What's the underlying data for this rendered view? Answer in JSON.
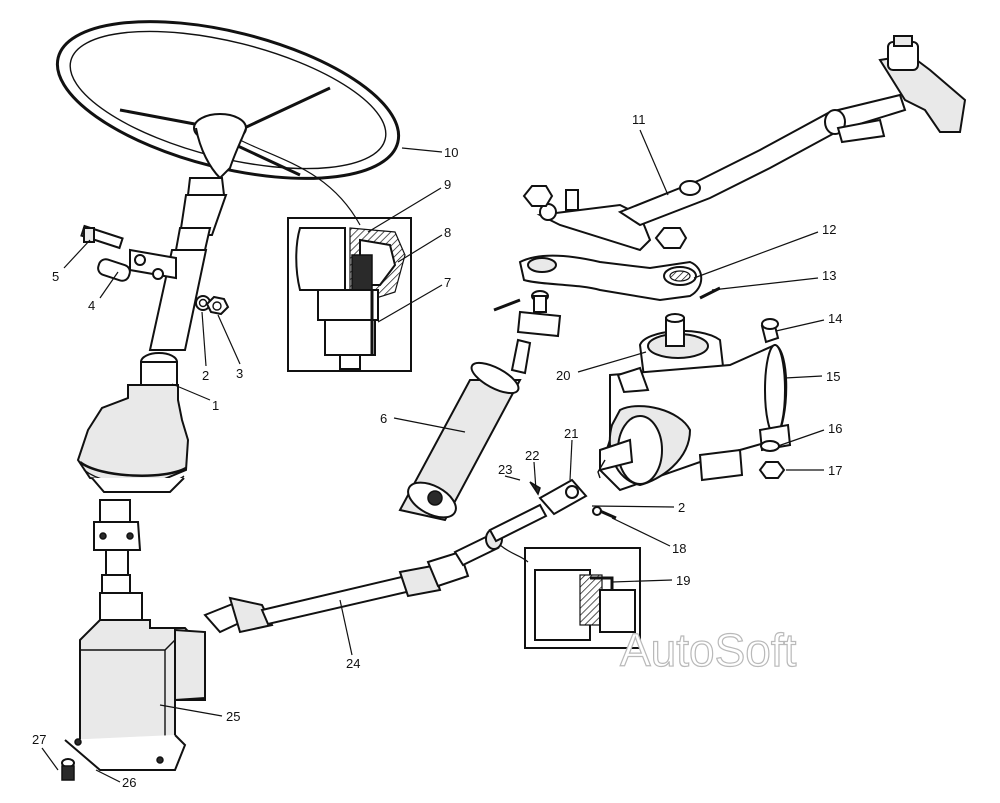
{
  "watermark": "AutoSoft",
  "callouts": [
    "1",
    "2",
    "2",
    "3",
    "4",
    "5",
    "6",
    "7",
    "8",
    "9",
    "10",
    "11",
    "12",
    "13",
    "14",
    "15",
    "16",
    "17",
    "18",
    "19",
    "20",
    "21",
    "22",
    "23",
    "24",
    "25",
    "26",
    "27"
  ]
}
